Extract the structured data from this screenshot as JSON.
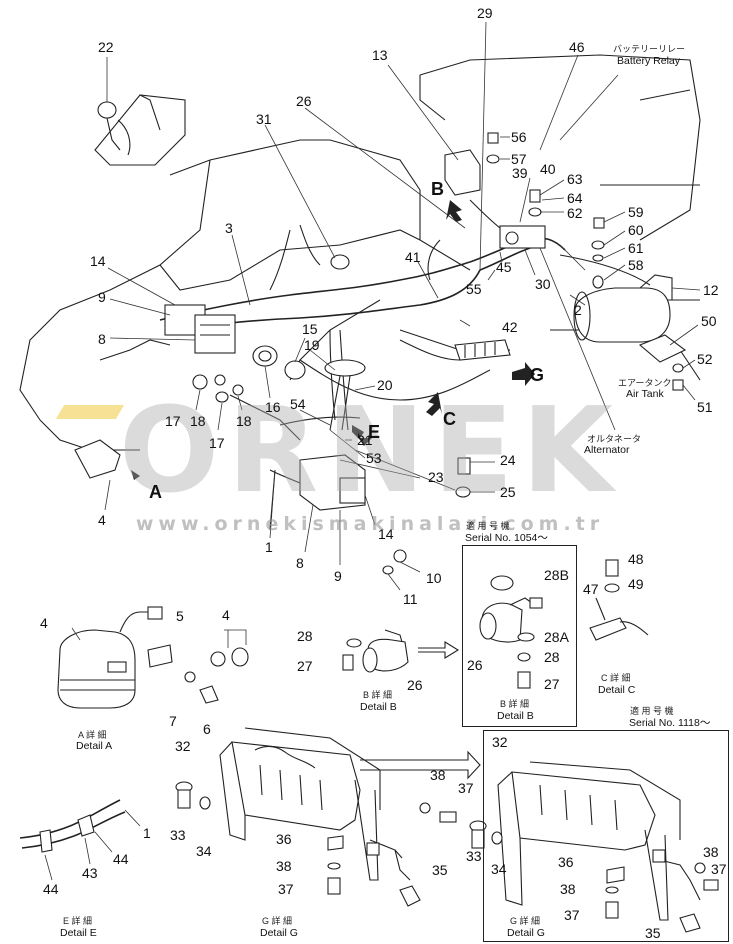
{
  "callouts": {
    "n1a": "1",
    "n1b": "1",
    "n2": "2",
    "n3": "3",
    "n4a": "4",
    "n4b": "4",
    "n4c": "4",
    "n5": "5",
    "n6": "6",
    "n7": "7",
    "n8a": "8",
    "n8b": "8",
    "n9a": "9",
    "n9b": "9",
    "n10": "10",
    "n11": "11",
    "n12": "12",
    "n13": "13",
    "n14a": "14",
    "n14b": "14",
    "n15": "15",
    "n16": "16",
    "n17a": "17",
    "n17b": "17",
    "n18a": "18",
    "n18b": "18",
    "n19": "19",
    "n20": "20",
    "n21": "21",
    "n22": "22",
    "n23": "23",
    "n24": "24",
    "n25": "25",
    "n26a": "26",
    "n26b": "26",
    "n26c": "26",
    "n27a": "27",
    "n27b": "27",
    "n28a": "28",
    "n28b": "28",
    "n28A": "28A",
    "n28B": "28B",
    "n29": "29",
    "n30": "30",
    "n31": "31",
    "n32a": "32",
    "n32b": "32",
    "n33a": "33",
    "n33b": "33",
    "n34a": "34",
    "n34b": "34",
    "n35a": "35",
    "n35b": "35",
    "n36a": "36",
    "n36b": "36",
    "n37a": "37",
    "n37b": "37",
    "n37c": "37",
    "n37d": "37",
    "n38a": "38",
    "n38b": "38",
    "n38c": "38",
    "n38d": "38",
    "n39": "39",
    "n40": "40",
    "n41": "41",
    "n42": "42",
    "n43": "43",
    "n44a": "44",
    "n44b": "44",
    "n45": "45",
    "n46": "46",
    "n47": "47",
    "n48": "48",
    "n49": "49",
    "n50": "50",
    "n51": "51",
    "n52": "52",
    "n53": "53",
    "n54": "54",
    "n55": "55",
    "n56": "56",
    "n57": "57",
    "n58": "58",
    "n59": "59",
    "n60": "60",
    "n61": "61",
    "n62": "62",
    "n63": "63",
    "n64": "64"
  },
  "view_letters": {
    "A": "A",
    "B": "B",
    "C": "C",
    "E": "E",
    "G": "G"
  },
  "labels": {
    "battery_relay_jp": "バッテリーリレー",
    "battery_relay": "Battery Relay",
    "air_tank_jp": "エアータンク",
    "air_tank": "Air Tank",
    "alternator_jp": "オルタネータ",
    "alternator": "Alternator"
  },
  "serials": {
    "s1054_jp": "適 用 号 機",
    "s1054": "Serial No. 1054～",
    "s1118_jp": "適 用 号 機",
    "s1118": "Serial No. 1118～"
  },
  "details": {
    "A_jp": "A 詳 細",
    "A": "Detail A",
    "B1_jp": "B 詳 細",
    "B1": "Detail B",
    "B2_jp": "B 詳 細",
    "B2": "Detail B",
    "C_jp": "C 詳 細",
    "C": "Detail C",
    "E_jp": "E 詳 細",
    "E": "Detail E",
    "G1_jp": "G 詳 細",
    "G1": "Detail G",
    "G2_jp": "G 詳 細",
    "G2": "Detail G"
  },
  "watermark": {
    "brand": "ORNEK",
    "url": "www.ornekismakinalari.com.tr"
  }
}
